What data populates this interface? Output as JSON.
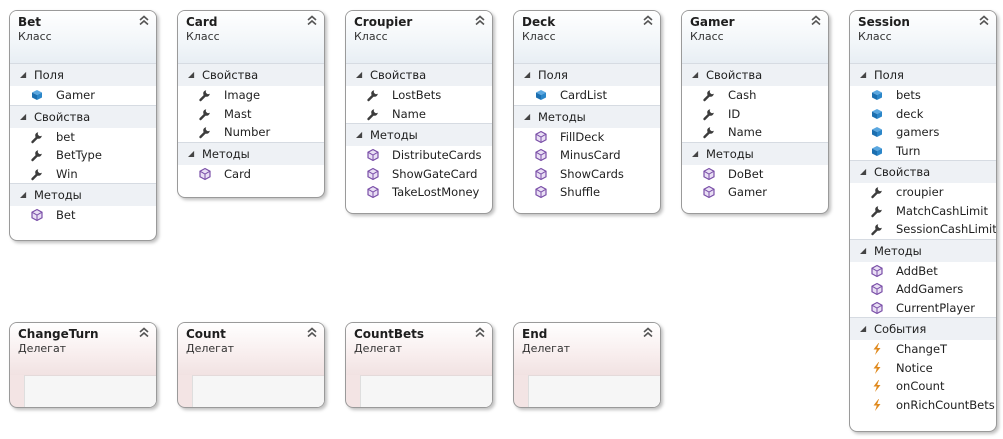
{
  "classes": [
    {
      "title": "Bet",
      "stereotype": "Класс",
      "sections": [
        {
          "label": "Поля",
          "kind": "field",
          "members": [
            "Gamer"
          ]
        },
        {
          "label": "Свойства",
          "kind": "property",
          "members": [
            "bet",
            "BetType",
            "Win"
          ]
        },
        {
          "label": "Методы",
          "kind": "method",
          "members": [
            "Bet"
          ]
        }
      ]
    },
    {
      "title": "Card",
      "stereotype": "Класс",
      "sections": [
        {
          "label": "Свойства",
          "kind": "property",
          "members": [
            "Image",
            "Mast",
            "Number"
          ]
        },
        {
          "label": "Методы",
          "kind": "method",
          "members": [
            "Card"
          ]
        }
      ]
    },
    {
      "title": "Croupier",
      "stereotype": "Класс",
      "sections": [
        {
          "label": "Свойства",
          "kind": "property",
          "members": [
            "LostBets",
            "Name"
          ]
        },
        {
          "label": "Методы",
          "kind": "method",
          "members": [
            "DistributeCards",
            "ShowGateCard",
            "TakeLostMoney"
          ]
        }
      ]
    },
    {
      "title": "Deck",
      "stereotype": "Класс",
      "sections": [
        {
          "label": "Поля",
          "kind": "field",
          "members": [
            "CardList"
          ]
        },
        {
          "label": "Методы",
          "kind": "method",
          "members": [
            "FillDeck",
            "MinusCard",
            "ShowCards",
            "Shuffle"
          ]
        }
      ]
    },
    {
      "title": "Gamer",
      "stereotype": "Класс",
      "sections": [
        {
          "label": "Свойства",
          "kind": "property",
          "members": [
            "Cash",
            "ID",
            "Name"
          ]
        },
        {
          "label": "Методы",
          "kind": "method",
          "members": [
            "DoBet",
            "Gamer"
          ]
        }
      ]
    },
    {
      "title": "Session",
      "stereotype": "Класс",
      "sections": [
        {
          "label": "Поля",
          "kind": "field",
          "members": [
            "bets",
            "deck",
            "gamers",
            "Turn"
          ]
        },
        {
          "label": "Свойства",
          "kind": "property",
          "members": [
            "croupier",
            "MatchCashLimit",
            "SessionCashLimit"
          ]
        },
        {
          "label": "Методы",
          "kind": "method",
          "members": [
            "AddBet",
            "AddGamers",
            "CurrentPlayer"
          ]
        },
        {
          "label": "События",
          "kind": "event",
          "members": [
            "ChangeT",
            "Notice",
            "onCount",
            "onRichCountBets"
          ]
        }
      ]
    }
  ],
  "delegates": [
    {
      "title": "ChangeTurn",
      "stereotype": "Делегат"
    },
    {
      "title": "Count",
      "stereotype": "Делегат"
    },
    {
      "title": "CountBets",
      "stereotype": "Делегат"
    },
    {
      "title": "End",
      "stereotype": "Делегат"
    }
  ],
  "colors": {
    "field": "#1c6fb0",
    "property": "#3c3c3c",
    "method": "#7a4fa8",
    "event": "#e08a1e"
  },
  "icons": {
    "field": "field-icon",
    "property": "wrench-icon",
    "method": "method-cube-icon",
    "event": "lightning-icon"
  }
}
